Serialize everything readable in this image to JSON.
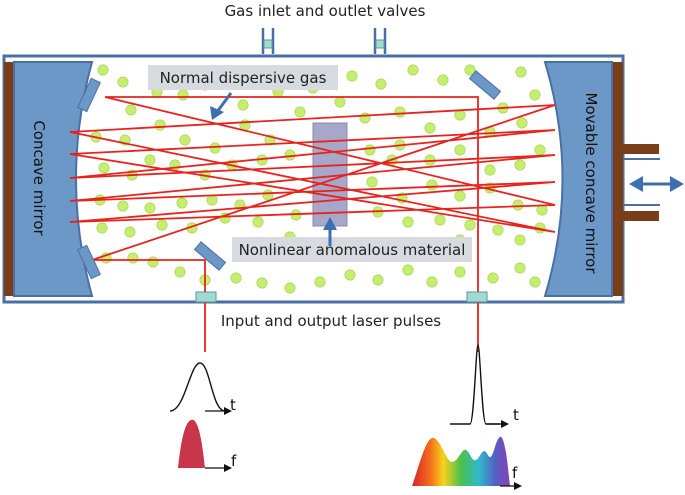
{
  "labels": {
    "gas_valves": "Gas inlet and outlet valves",
    "normal_gas": "Normal dispersive gas",
    "nonlinear_material": "Nonlinear anomalous material",
    "laser_pulses": "Input and output laser pulses",
    "left_mirror": "Concave mirror",
    "right_mirror": "Movable concave mirror"
  },
  "axes": {
    "t_in": "t",
    "f_in": "f",
    "t_out": "t",
    "f_out": "f"
  },
  "colors": {
    "chamber_border": "#4a6fa5",
    "mirror_fill": "#6c98c8",
    "mirror_backing": "#7a3d1a",
    "gas_particle": "#c6ee6e",
    "laser": "#e8231e",
    "material": "#9e9ec4",
    "label_box": "#d7dbe0",
    "window": "#a3d9d3"
  }
}
